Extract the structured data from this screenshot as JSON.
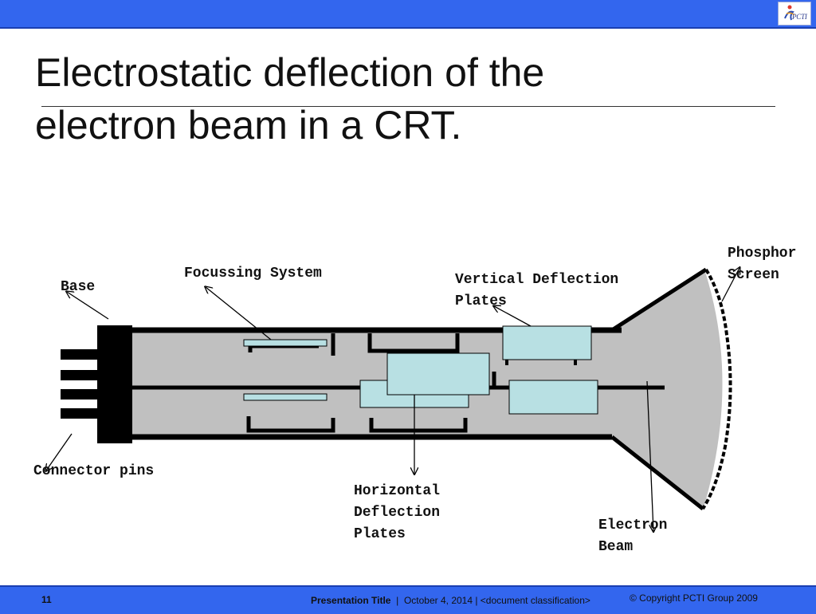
{
  "slide": {
    "title_line1": "Electrostatic deflection of the",
    "title_line2": "electron beam in a CRT.",
    "logo_text": "PCTI"
  },
  "diagram": {
    "labels": {
      "base": "Base",
      "focussing_system": "Focussing System",
      "vertical_deflection_line1": "Vertical Deflection",
      "vertical_deflection_line2": "Plates",
      "phosphor_screen_line1": "Phosphor",
      "phosphor_screen_line2": "Screen",
      "connector_pins": "Connector pins",
      "horizontal_deflection_line1": "Horizontal",
      "horizontal_deflection_line2": "Deflection",
      "horizontal_deflection_line3": "Plates",
      "electron_beam_line1": "Electron",
      "electron_beam_line2": "Beam"
    },
    "colors": {
      "tube_fill": "#c0c0c0",
      "plate_fill": "#b8e0e3",
      "outline": "#000000"
    }
  },
  "footer": {
    "page_number": "11",
    "presentation_title": "Presentation Title",
    "separator": "|",
    "date_and_classification": "October 4, 2014 | <document classification>",
    "copyright": "© Copyright  PCTI Group 2009"
  },
  "theme": {
    "bar_color": "#3366ee"
  }
}
